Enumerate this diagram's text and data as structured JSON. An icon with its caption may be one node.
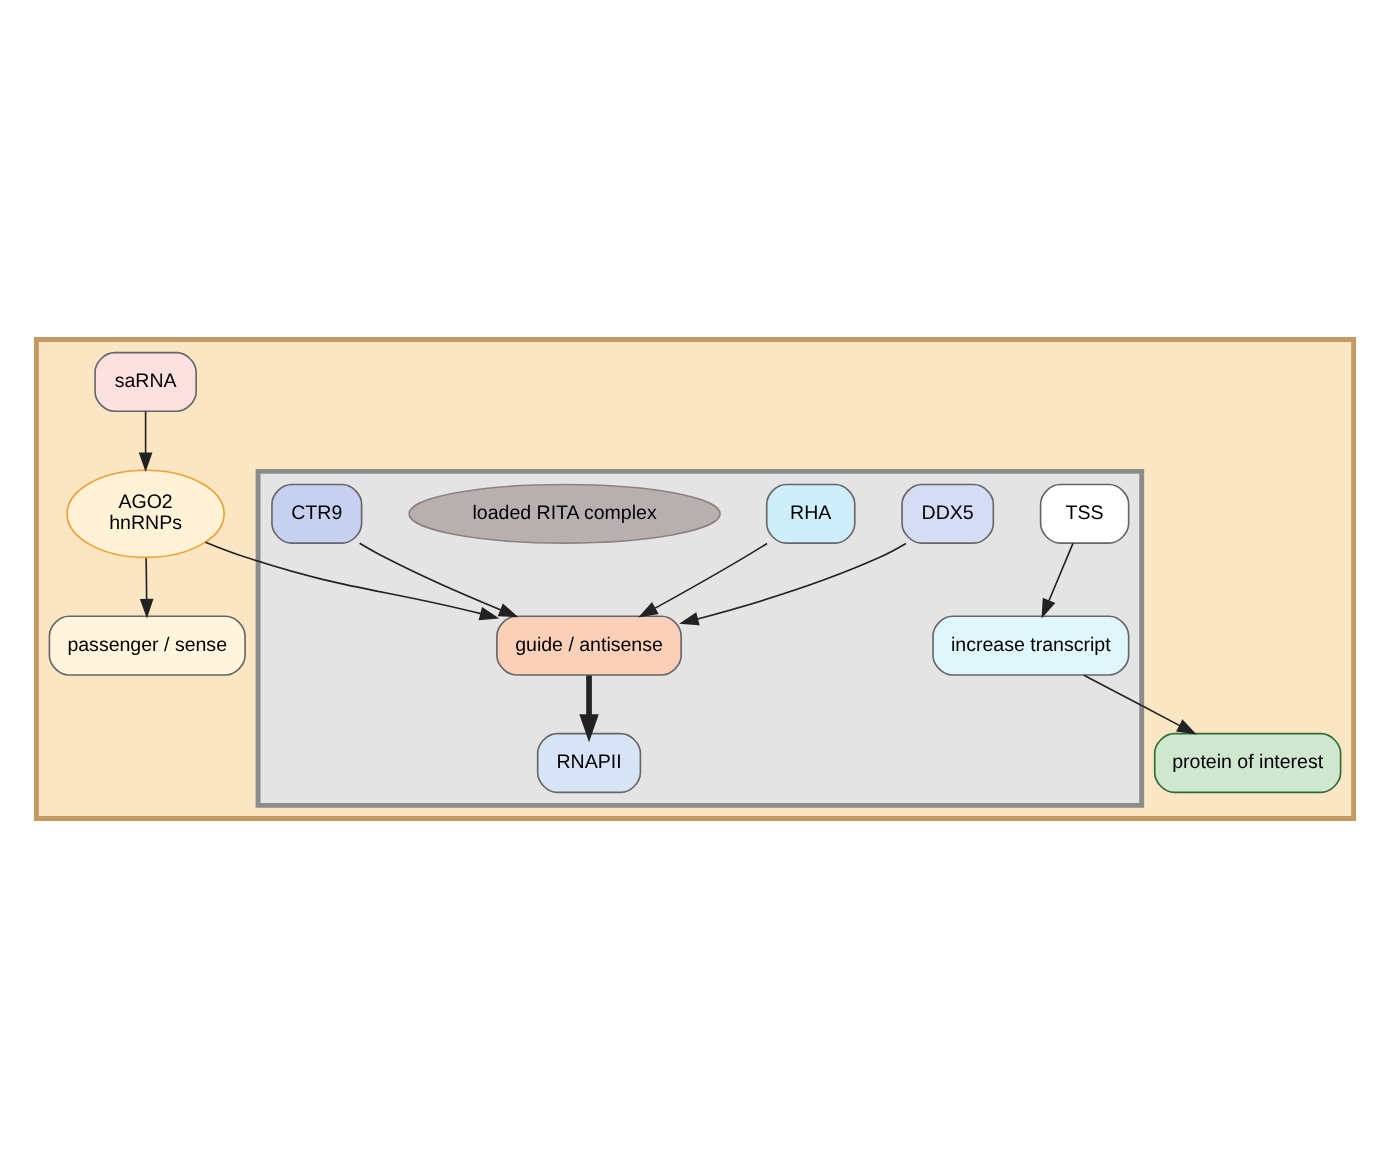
{
  "diagram": {
    "nodes": [
      {
        "text": [],
        "shape": "box"
      },
      {
        "text": [],
        "shape": "box",
        "in": 0
      },
      {
        "text": [
          "saRNA"
        ],
        "in": 0
      },
      {
        "text": [
          "AGO2",
          "hnRNPs"
        ],
        "in": 0
      },
      {
        "text": [
          "passenger / sense"
        ],
        "in": 0
      },
      {
        "text": [
          "guide / antisense"
        ],
        "in": 1
      },
      {
        "text": [
          "RHA"
        ],
        "in": 1
      },
      {
        "text": [
          "CTR9"
        ],
        "in": 1
      },
      {
        "text": [
          "DDX5"
        ],
        "in": 1
      },
      {
        "text": [
          "loaded RITA complex"
        ],
        "in": 1
      },
      {
        "text": [
          "RNAPII"
        ],
        "in": 1
      },
      {
        "text": [
          "TSS"
        ],
        "in": 1
      },
      {
        "text": [
          "increase transcript"
        ],
        "in": 1
      },
      {
        "text": [
          "protein of interest"
        ],
        "in": 0
      }
    ],
    "edges": [
      {
        "from": 2,
        "to": 3,
        "arrow": "to"
      },
      {
        "from": 3,
        "to": 4,
        "arrow": "to"
      },
      {
        "from": 3,
        "to": 5,
        "arrow": "to"
      },
      {
        "from": 6,
        "to": 5,
        "arrow": "to"
      },
      {
        "from": 7,
        "to": 5,
        "arrow": "to"
      },
      {
        "from": 8,
        "to": 5,
        "arrow": "to"
      },
      {
        "from": 5,
        "to": 10,
        "arrow": "to",
        "style": "thick"
      },
      {
        "from": 11,
        "to": 12,
        "arrow": "to"
      },
      {
        "from": 12,
        "to": 13,
        "arrow": "to"
      }
    ]
  }
}
